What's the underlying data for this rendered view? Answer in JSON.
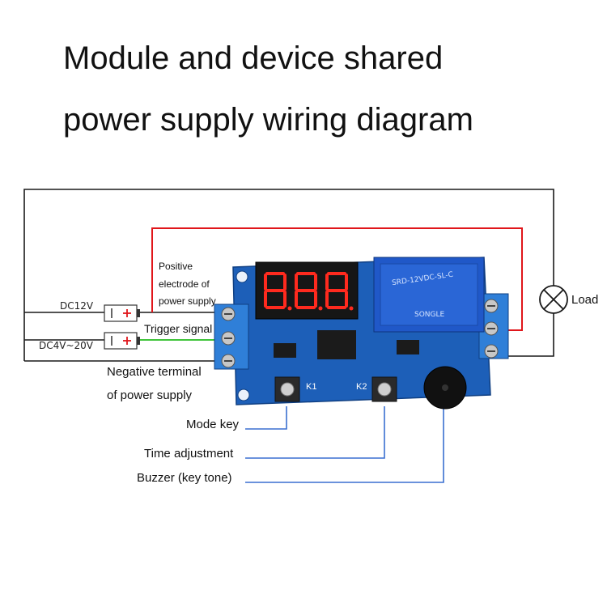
{
  "title": {
    "line1": "Module and device shared",
    "line2": "power supply wiring diagram"
  },
  "labels": {
    "positive_line1": "Positive",
    "positive_line2": "electrode of",
    "positive_line3": "power supply",
    "trigger": "Trigger signal",
    "negative_line1": "Negative terminal",
    "negative_line2": "of power supply",
    "mode_key": "Mode key",
    "time_adjust": "Time adjustment",
    "buzzer": "Buzzer (key tone)",
    "load": "Load",
    "dc12": "DC12V",
    "dc4_20": "DC4V~20V",
    "k1": "K1",
    "k2": "K2",
    "display_digits": "8.8.8.",
    "relay_text": "SRD-12VDC-SL-C",
    "relay_brand": "SONGLE"
  },
  "colors": {
    "red_wire": "#e0161b",
    "green_wire": "#3fc43a",
    "blue_wire": "#3a6fd0",
    "black_wire": "#1a1a1a",
    "pcb": "#1d5fb8",
    "relay": "#2058c8",
    "terminal": "#2f7fd8",
    "led_segment": "#ff2a1e"
  }
}
